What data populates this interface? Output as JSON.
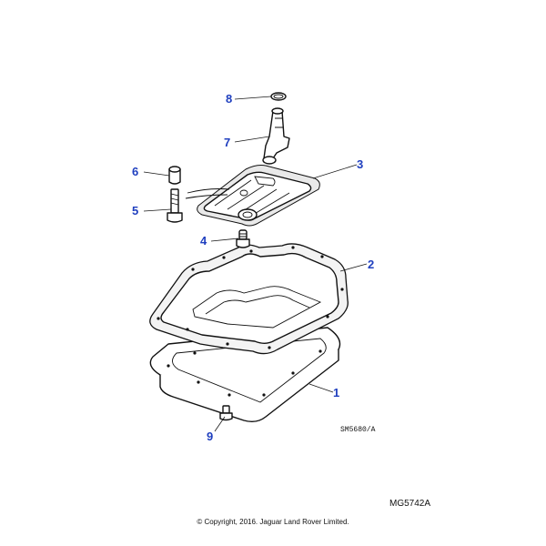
{
  "callouts": [
    {
      "id": "1",
      "label": "1"
    },
    {
      "id": "2",
      "label": "2"
    },
    {
      "id": "3",
      "label": "3"
    },
    {
      "id": "4",
      "label": "4"
    },
    {
      "id": "5",
      "label": "5"
    },
    {
      "id": "6",
      "label": "6"
    },
    {
      "id": "7",
      "label": "7"
    },
    {
      "id": "8",
      "label": "8"
    },
    {
      "id": "9",
      "label": "9"
    }
  ],
  "drawing_ref": "SM5680/A",
  "figure_code": "MG5742A",
  "copyright": "© Copyright, 2016. Jaguar Land Rover Limited.",
  "colors": {
    "callout": "#1f3fbf",
    "line": "#111111"
  }
}
